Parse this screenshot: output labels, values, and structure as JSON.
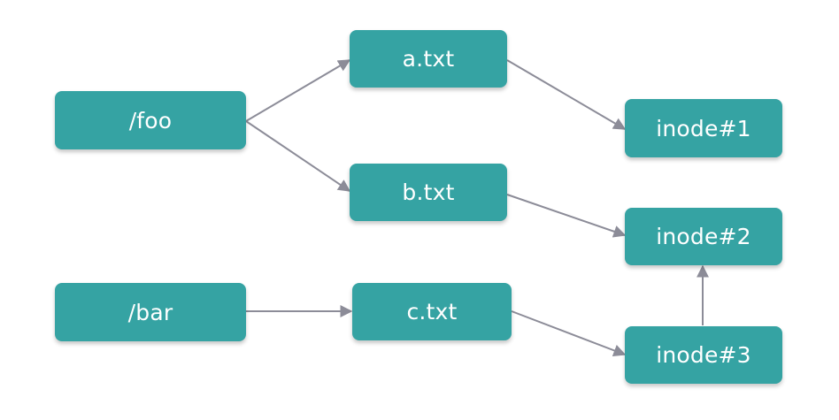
{
  "nodes": {
    "foo": "/foo",
    "bar": "/bar",
    "a": "a.txt",
    "b": "b.txt",
    "c": "c.txt",
    "inode1": "inode#1",
    "inode2": "inode#2",
    "inode3": "inode#3"
  },
  "edges": [
    {
      "from": "/foo",
      "to": "a.txt"
    },
    {
      "from": "/foo",
      "to": "b.txt"
    },
    {
      "from": "/bar",
      "to": "c.txt"
    },
    {
      "from": "a.txt",
      "to": "inode#1"
    },
    {
      "from": "b.txt",
      "to": "inode#2"
    },
    {
      "from": "c.txt",
      "to": "inode#3"
    },
    {
      "from": "inode#3",
      "to": "inode#2"
    }
  ],
  "colors": {
    "node_fill": "#35a3a3",
    "node_text": "#ffffff",
    "edge": "#8c8c98"
  }
}
